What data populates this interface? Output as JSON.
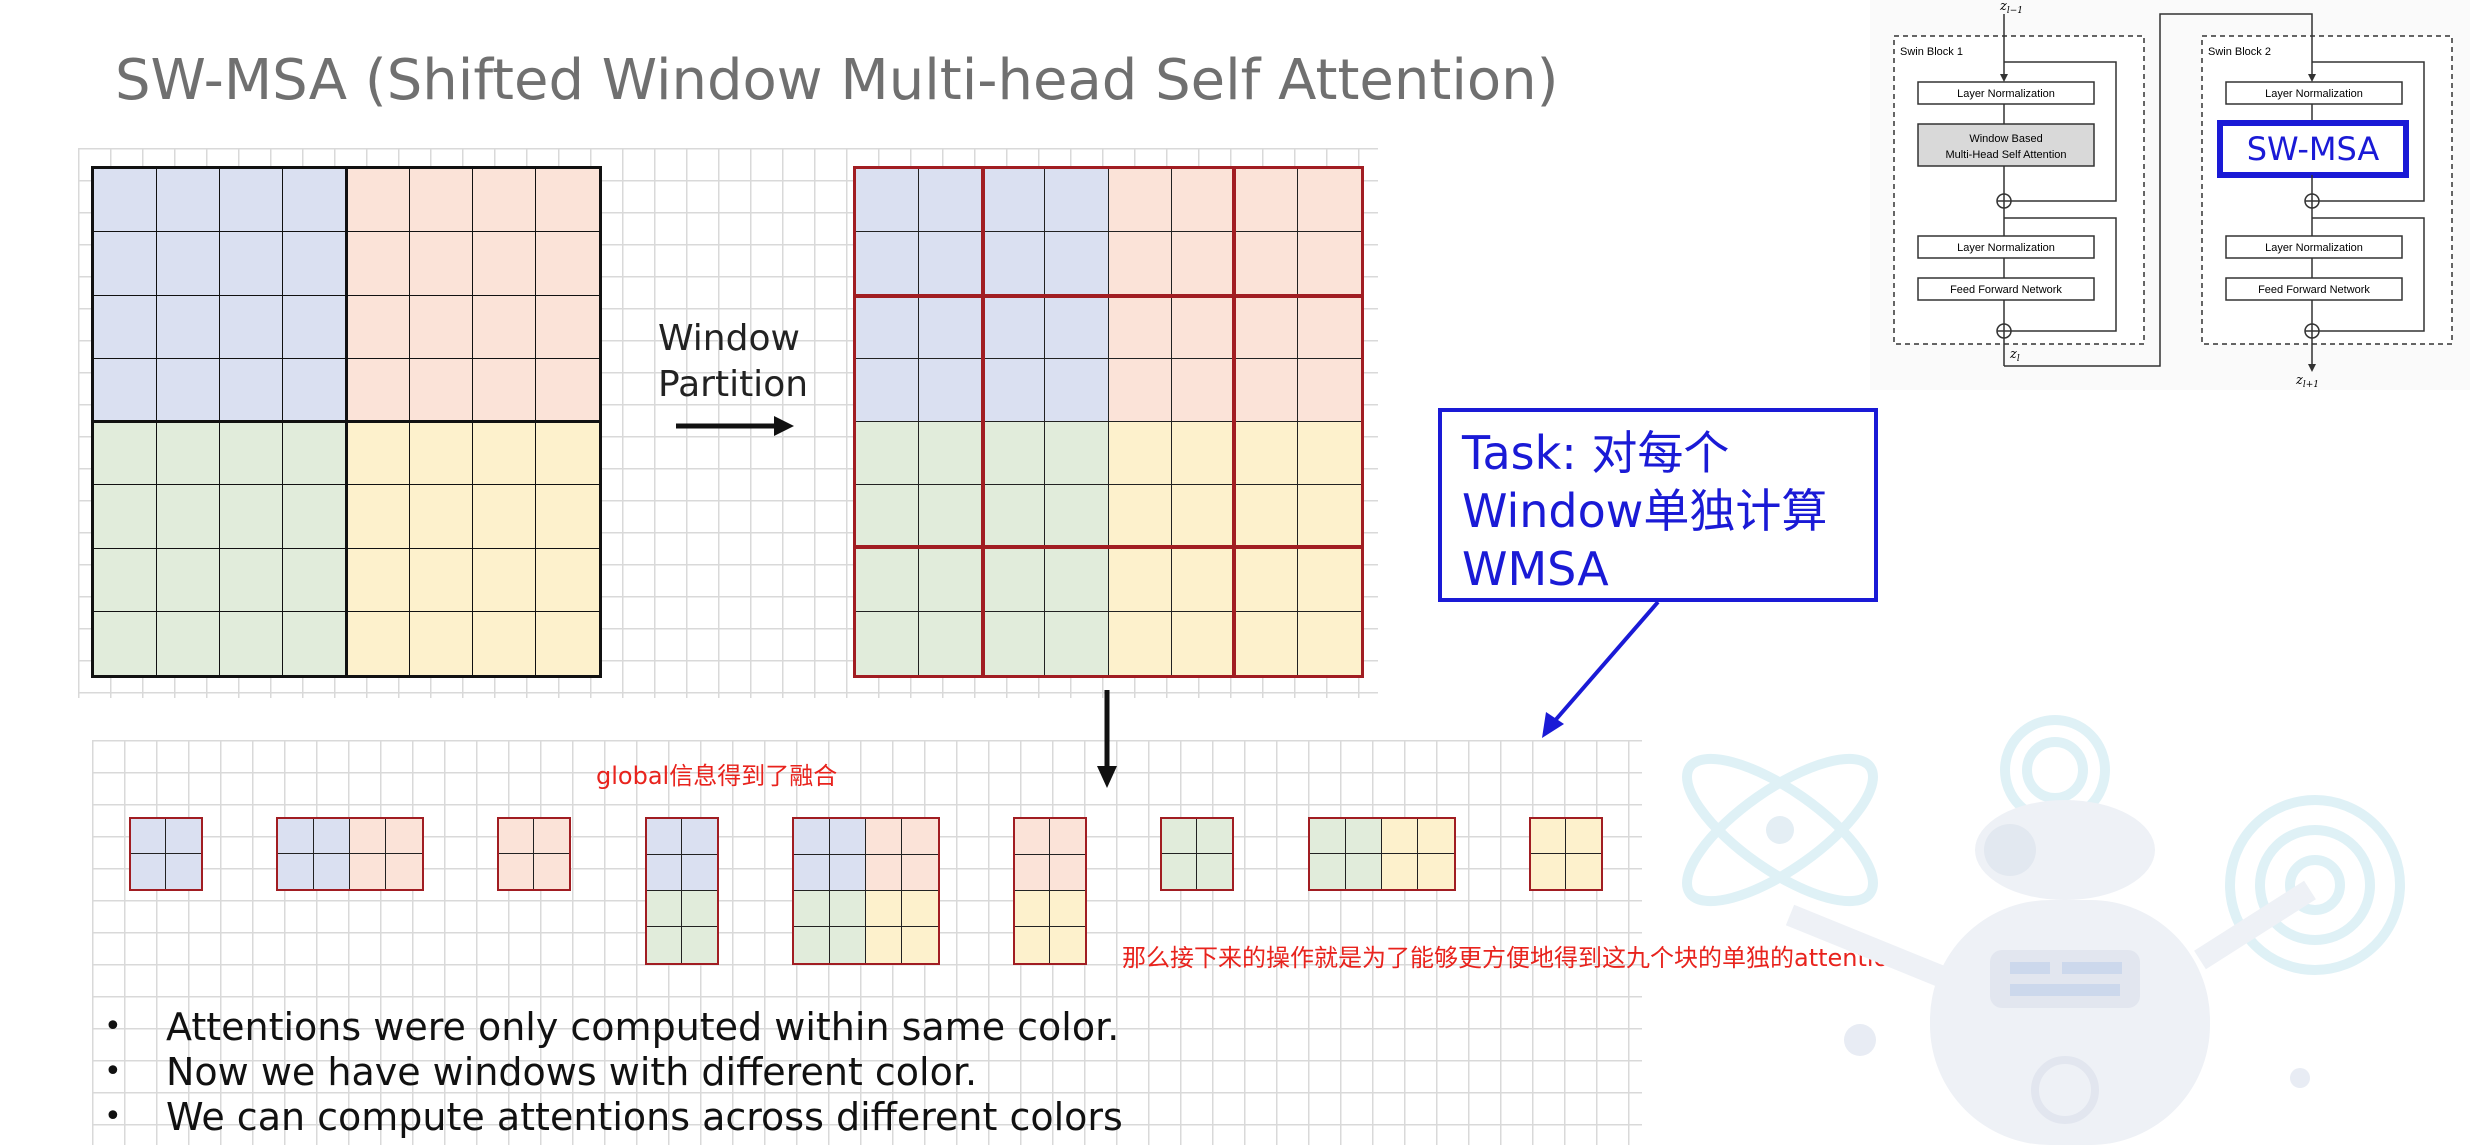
{
  "title": "SW-MSA (Shifted Window Multi-head Self Attention)",
  "arrow_label": [
    "Window",
    "Partition"
  ],
  "callout": {
    "lines": [
      "Task: 对每个",
      "Window单独计算",
      "WMSA"
    ]
  },
  "notes": {
    "global": "global信息得到了融合",
    "next": "那么接下来的操作就是为了能够更方便地得到这九个块的单独的attention"
  },
  "bullets": [
    "Attentions were only computed within same color.",
    "Now we have windows with different color.",
    "We can compute attentions across different colors"
  ],
  "swin": {
    "input_label": "z_{l-1}",
    "block1": {
      "title": "Swin Block 1",
      "layer_norm": "Layer Normalization",
      "attention": [
        "Window Based",
        "Multi-Head Self Attention"
      ],
      "ffn": "Feed Forward Network",
      "output": "z_l"
    },
    "block2": {
      "title": "Swin Block 2",
      "layer_norm": "Layer Normalization",
      "attention": "SW-MSA",
      "ffn": "Feed Forward Network",
      "output": "z_{l+1}"
    }
  },
  "colors": {
    "blue": "#dae0f1",
    "orange": "#fbe3d8",
    "green": "#e1ecdb",
    "yellow": "#fdf1cc",
    "window_border": "#a11d22",
    "callout_blue": "#1a1ad6",
    "note_red": "#e8231d"
  },
  "quadrants": {
    "top_left": "blue",
    "top_right": "orange",
    "bottom_left": "green",
    "bottom_right": "yellow"
  },
  "window_pieces": [
    {
      "rows": 2,
      "cols": 2,
      "colors": [
        "blue",
        "blue",
        "blue",
        "blue"
      ]
    },
    {
      "rows": 2,
      "cols": 4,
      "colors": [
        "blue",
        "blue",
        "orange",
        "orange",
        "blue",
        "blue",
        "orange",
        "orange"
      ]
    },
    {
      "rows": 2,
      "cols": 2,
      "colors": [
        "orange",
        "orange",
        "orange",
        "orange"
      ]
    },
    {
      "rows": 4,
      "cols": 2,
      "colors": [
        "blue",
        "blue",
        "blue",
        "blue",
        "green",
        "green",
        "green",
        "green"
      ]
    },
    {
      "rows": 4,
      "cols": 4,
      "colors": [
        "blue",
        "blue",
        "orange",
        "orange",
        "blue",
        "blue",
        "orange",
        "orange",
        "green",
        "green",
        "yellow",
        "yellow",
        "green",
        "green",
        "yellow",
        "yellow"
      ]
    },
    {
      "rows": 4,
      "cols": 2,
      "colors": [
        "orange",
        "orange",
        "orange",
        "orange",
        "yellow",
        "yellow",
        "yellow",
        "yellow"
      ]
    },
    {
      "rows": 2,
      "cols": 2,
      "colors": [
        "green",
        "green",
        "green",
        "green"
      ]
    },
    {
      "rows": 2,
      "cols": 4,
      "colors": [
        "green",
        "green",
        "yellow",
        "yellow",
        "green",
        "green",
        "yellow",
        "yellow"
      ]
    },
    {
      "rows": 2,
      "cols": 2,
      "colors": [
        "yellow",
        "yellow",
        "yellow",
        "yellow"
      ]
    }
  ]
}
